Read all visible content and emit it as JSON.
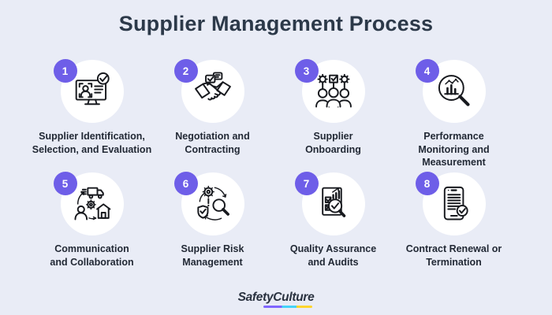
{
  "title": "Supplier Management Process",
  "colors": {
    "background": "#e9ecf6",
    "badge": "#6e5ee8",
    "title_text": "#2c3949",
    "label_text": "#222935",
    "circle_background": "#ffffff",
    "icon_stroke": "#17191e",
    "logo_text": "#2a3240",
    "logo_underline_purple": "#8066ff",
    "logo_underline_cyan": "#45d2f8",
    "logo_underline_yellow": "#ffd52e"
  },
  "steps": [
    {
      "number": "1",
      "label": "Supplier Identification,\nSelection, and Evaluation",
      "icon": "monitor-profile-check-icon"
    },
    {
      "number": "2",
      "label": "Negotiation and\nContracting",
      "icon": "handshake-chat-icon"
    },
    {
      "number": "3",
      "label": "Supplier\nOnboarding",
      "icon": "team-gears-checkbox-icon"
    },
    {
      "number": "4",
      "label": "Performance\nMonitoring and\nMeasurement",
      "icon": "magnifier-chart-icon"
    },
    {
      "number": "5",
      "label": "Communication\nand Collaboration",
      "icon": "supply-cycle-icon"
    },
    {
      "number": "6",
      "label": "Supplier Risk\nManagement",
      "icon": "risk-analysis-icon"
    },
    {
      "number": "7",
      "label": "Quality Assurance\nand Audits",
      "icon": "audit-checklist-icon"
    },
    {
      "number": "8",
      "label": "Contract Renewal or\nTermination",
      "icon": "contract-check-icon"
    }
  ],
  "footer": {
    "logo_text": "SafetyCulture"
  }
}
